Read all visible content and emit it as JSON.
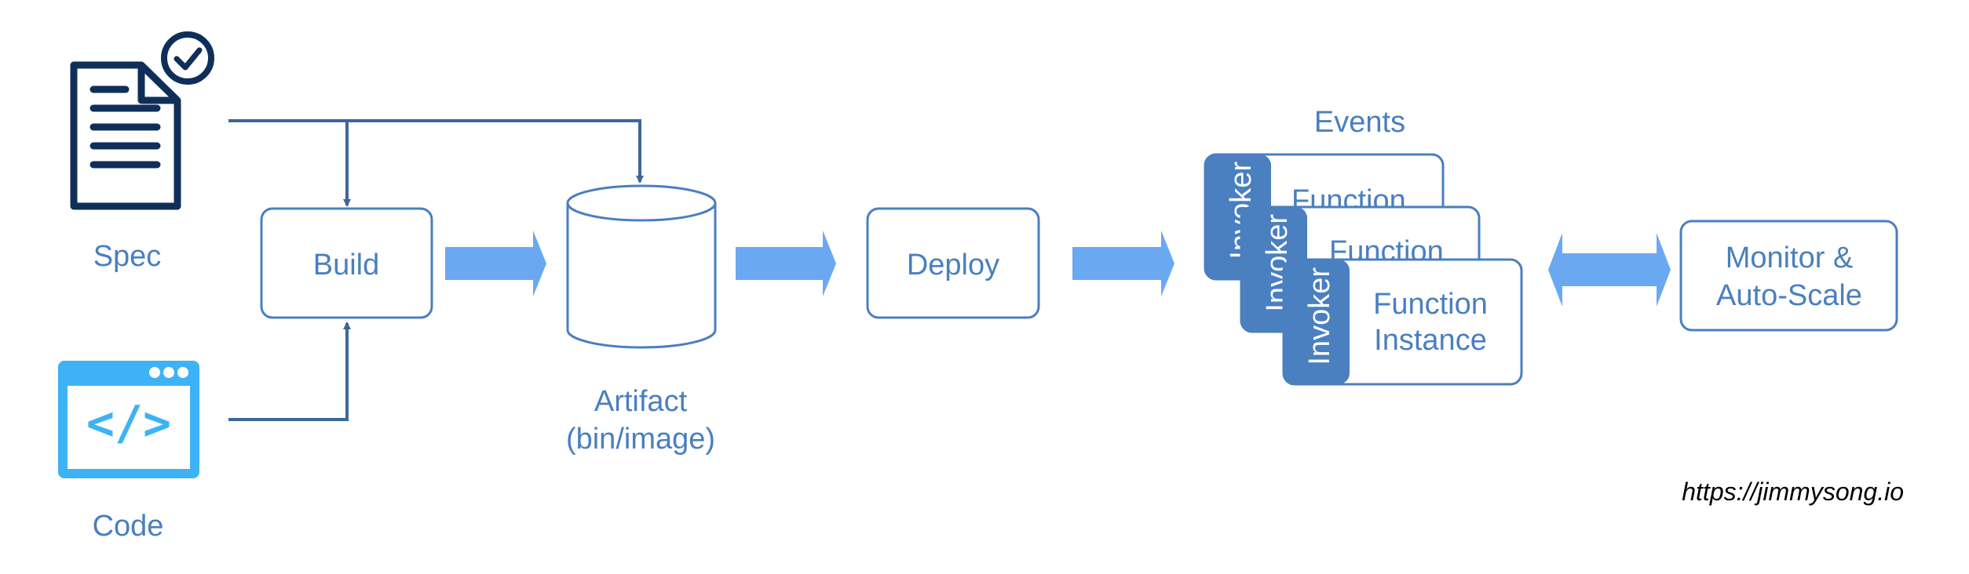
{
  "spec": {
    "label": "Spec",
    "icon": "document-check-icon"
  },
  "code": {
    "label": "Code",
    "icon": "code-window-icon",
    "glyph": "</>"
  },
  "build": {
    "label": "Build"
  },
  "artifact": {
    "line1": "Artifact",
    "line2": "(bin/image)"
  },
  "deploy": {
    "label": "Deploy"
  },
  "events": {
    "label": "Events"
  },
  "instances": {
    "invoker_label": "Invoker",
    "back_title": "Function",
    "front_line1": "Function",
    "front_line2": "Instance"
  },
  "monitor": {
    "line1": "Monitor &",
    "line2": "Auto-Scale"
  },
  "footer": {
    "url": "https://jimmysong.io"
  },
  "colors": {
    "line": "#3d6799",
    "box_border": "#4a7fc0",
    "text": "#4a7fc0",
    "arrow_fill": "#6aa9f2",
    "spec_icon": "#0f2f5a",
    "code_icon": "#3db3f5",
    "invoker_fill": "#4a7fc0"
  }
}
